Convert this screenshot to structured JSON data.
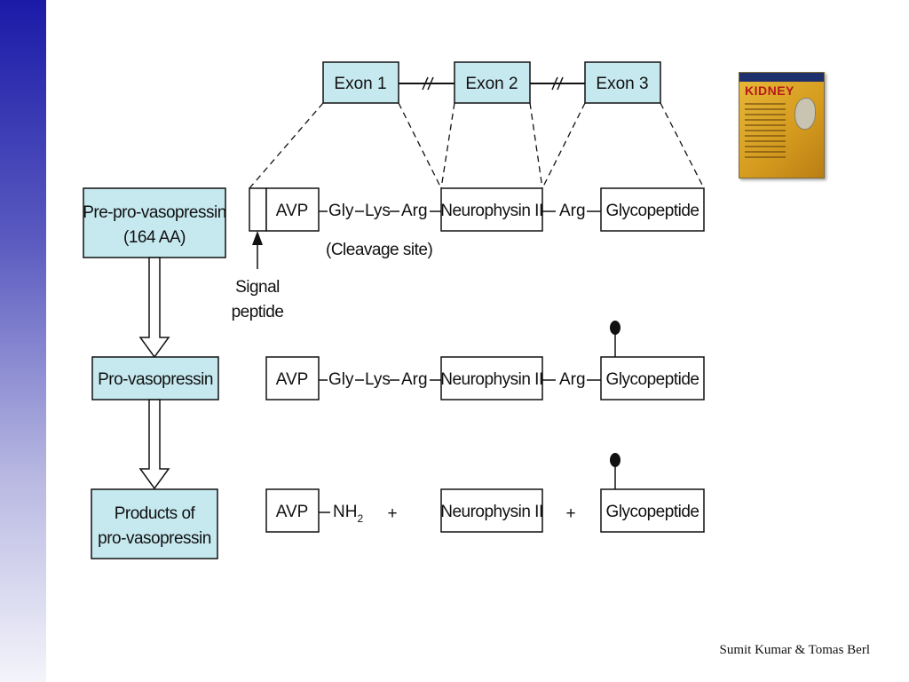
{
  "exons": [
    "Exon 1",
    "Exon 2",
    "Exon 3"
  ],
  "stages": {
    "pre_pro": [
      "Pre-pro-vasopressin",
      "(164 AA)"
    ],
    "pro": "Pro-vasopressin",
    "products": [
      "Products of",
      "pro-vasopressin"
    ]
  },
  "segments": {
    "avp": "AVP",
    "gly": "Gly",
    "lys": "Lys",
    "arg": "Arg",
    "neurophysin": "Neurophysin II",
    "glycopeptide": "Glycopeptide",
    "nh": "NH",
    "nh_sub": "2",
    "plus": "+"
  },
  "annotations": {
    "cleavage": "(Cleavage site)",
    "signal": [
      "Signal",
      "peptide"
    ]
  },
  "book": {
    "title": "KIDNEY"
  },
  "credit": "Sumit Kumar & Tomas Berl",
  "colors": {
    "box_fill": "#c6e9f0",
    "line": "#111111"
  }
}
